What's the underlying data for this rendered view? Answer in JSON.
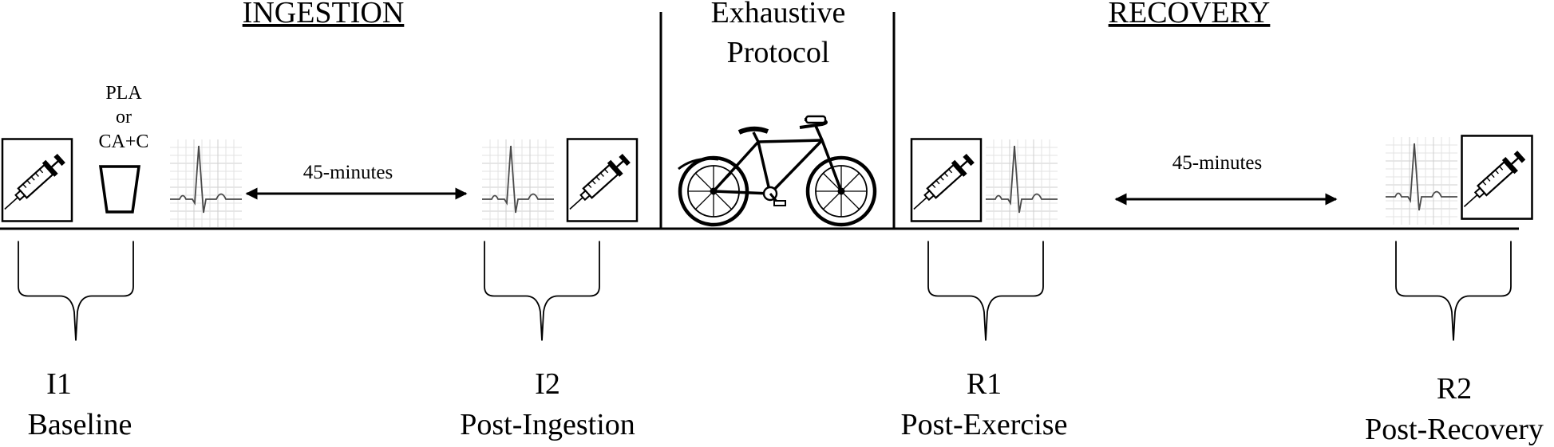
{
  "headings": {
    "ingestion": "INGESTION",
    "exercise_line1": "Exhaustive",
    "exercise_line2": "Protocol",
    "recovery": "RECOVERY"
  },
  "supplement": {
    "line1": "PLA",
    "line2": "or",
    "line3": "CA+C"
  },
  "intervals": {
    "ingestion_interval": "45-minutes",
    "recovery_interval": "45-minutes"
  },
  "timepoints": [
    {
      "code": "I1",
      "name": "Baseline"
    },
    {
      "code": "I2",
      "name": "Post-Ingestion"
    },
    {
      "code": "R1",
      "name": "Post-Exercise"
    },
    {
      "code": "R2",
      "name": "Post-Recovery"
    }
  ],
  "icons": [
    "syringe-icon",
    "cup-icon",
    "ecg-icon",
    "bicycle-icon",
    "double-arrow-icon",
    "curly-brace"
  ]
}
